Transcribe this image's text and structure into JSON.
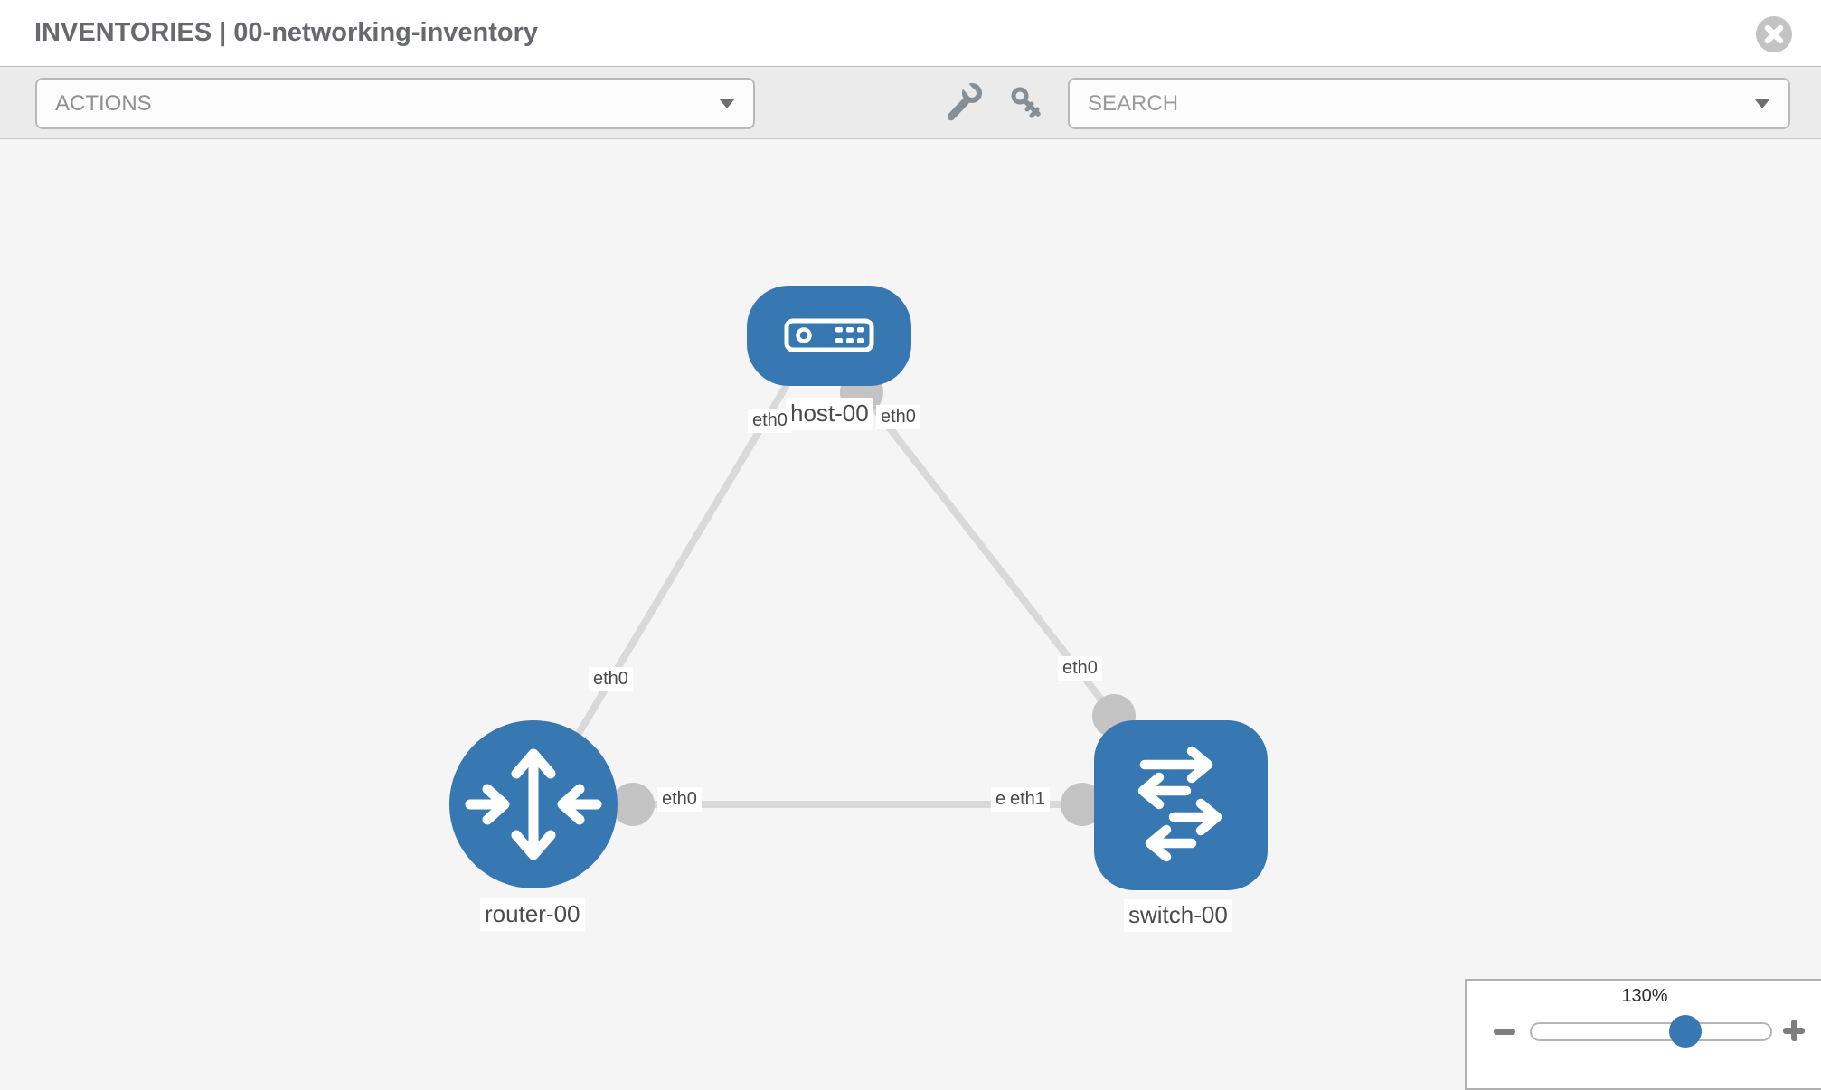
{
  "header": {
    "title": "INVENTORIES | 00-networking-inventory"
  },
  "toolbar": {
    "actions_label": "ACTIONS",
    "search_label": "SEARCH",
    "tool_icons": [
      "wrench-icon",
      "key-icon"
    ]
  },
  "topology": {
    "nodes": [
      {
        "label": "host-00",
        "type": "host"
      },
      {
        "label": "router-00",
        "type": "router"
      },
      {
        "label": "switch-00",
        "type": "switch"
      }
    ],
    "links": [
      {
        "source": "host-00",
        "target": "router-00",
        "source_iface": "eth0",
        "target_iface": "eth0"
      },
      {
        "source": "host-00",
        "target": "switch-00",
        "source_iface": "eth0",
        "target_iface": "eth0"
      },
      {
        "source": "router-00",
        "target": "switch-00",
        "source_iface": "eth0",
        "target_iface": "eth1",
        "target_iface_behind": "eth0"
      }
    ]
  },
  "zoom_control": {
    "level": "130%"
  },
  "colors": {
    "node_blue": "#3878b2",
    "endpoint_gray": "#c3c3c3",
    "link_gray": "#d9d9d9",
    "label_text": "#4a4a4a",
    "toolbar_bg": "#ebebeb"
  }
}
